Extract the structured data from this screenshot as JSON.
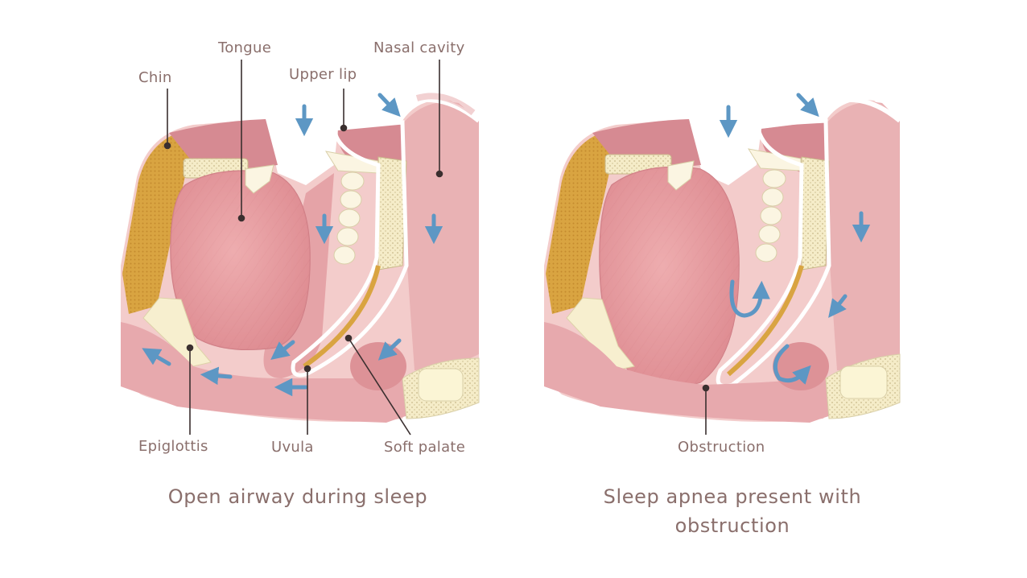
{
  "labels": {
    "chin": "Chin",
    "tongue": "Tongue",
    "upper_lip": "Upper lip",
    "nasal_cavity": "Nasal cavity",
    "epiglottis": "Epiglottis",
    "uvula": "Uvula",
    "soft_palate": "Soft palate",
    "obstruction": "Obstruction"
  },
  "captions": {
    "left": "Open airway during sleep",
    "right_line1": "Sleep apnea present with",
    "right_line2": "obstruction"
  },
  "colors": {
    "tissue": "#f2c4c2",
    "tissue_dark": "#d98f94",
    "tongue": "#e99a9d",
    "fat": "#d9a441",
    "bone": "#f7efcf",
    "airflow_arrow": "#5d97c4",
    "label_text": "#8a6f6c"
  }
}
